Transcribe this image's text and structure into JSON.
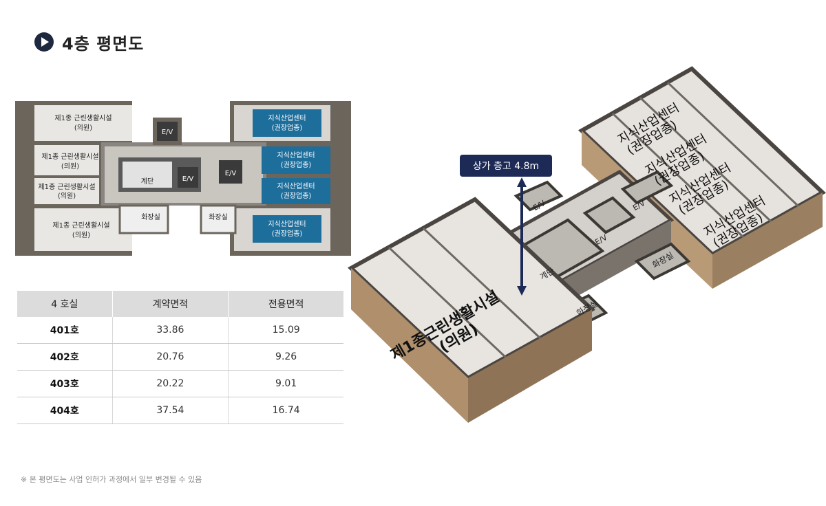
{
  "header": {
    "title": "4층  평면도",
    "icon": "play-circle-icon"
  },
  "plan2d": {
    "left_rooms": [
      {
        "line1": "제1종 근린생활시설",
        "line2": "(의원)"
      },
      {
        "line1": "제1종 근린생활시설",
        "line2": "(의원)"
      },
      {
        "line1": "제1종 근린생활시설",
        "line2": "(의원)"
      },
      {
        "line1": "제1종 근린생활시설",
        "line2": "(의원)"
      }
    ],
    "right_rooms": [
      {
        "line1": "지식산업센터",
        "line2": "(권장업종)"
      },
      {
        "line1": "지식산업센터",
        "line2": "(권장업종)"
      },
      {
        "line1": "지식산업센터",
        "line2": "(권장업종)"
      },
      {
        "line1": "지식산업센터",
        "line2": "(권장업종)"
      }
    ],
    "ev_label": "E/V",
    "stair_label": "계단",
    "restroom_label": "화장실"
  },
  "table": {
    "headers": [
      "4 호실",
      "계약면적",
      "전용면적"
    ],
    "rows": [
      {
        "unit": "401호",
        "contract": "33.86",
        "exclusive": "15.09"
      },
      {
        "unit": "402호",
        "contract": "20.76",
        "exclusive": "9.26"
      },
      {
        "unit": "403호",
        "contract": "20.22",
        "exclusive": "9.01"
      },
      {
        "unit": "404호",
        "contract": "37.54",
        "exclusive": "16.74"
      }
    ]
  },
  "plan3d": {
    "height_label": "상가 층고 4.8m",
    "clinic_line1": "제1종근린생활시설",
    "clinic_line2": "(의원)",
    "office_line1": "지식산업센터",
    "office_line2": "(권장업종)",
    "ev_label": "E/V",
    "stair_label": "계단",
    "restroom_label": "화장실"
  },
  "footnote": "※ 본 평면도는 사업 인허가 과정에서 일부 변경될 수 있음",
  "colors": {
    "navy": "#1e2940",
    "badge": "#1c2a55",
    "office_blue": "#1e6e9c"
  }
}
